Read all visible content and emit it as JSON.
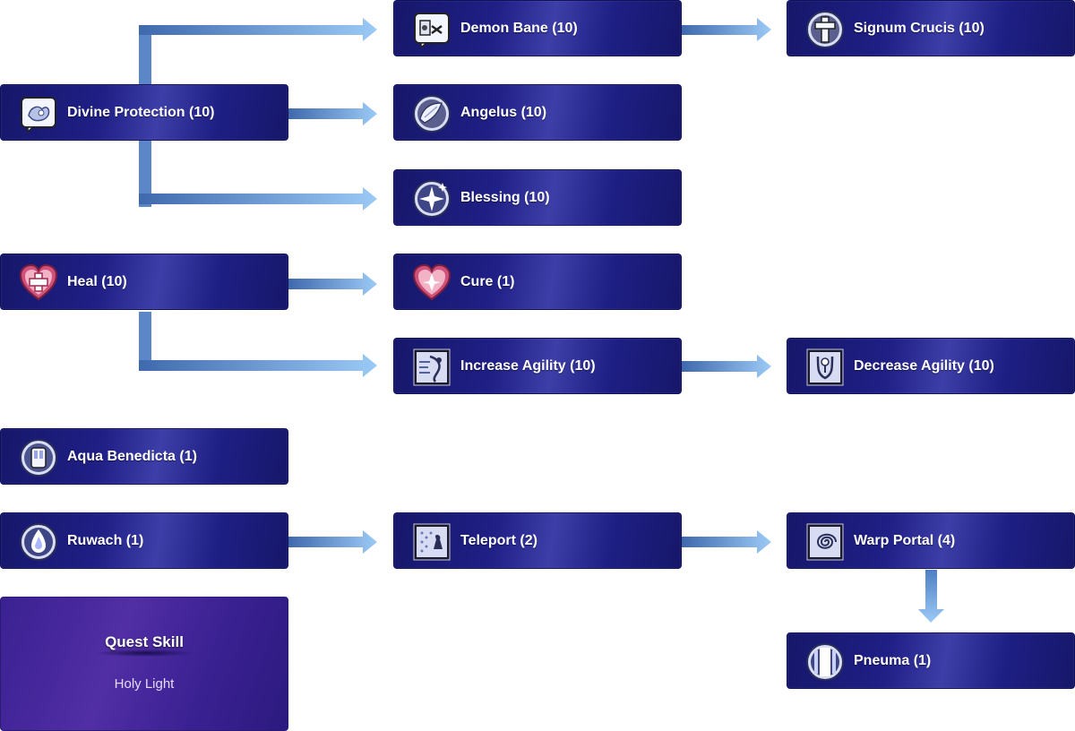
{
  "colors": {
    "node_bg": "#1f1f86",
    "arrow": "#8ab8ee",
    "quest_bg": "#512ea4"
  },
  "skills": {
    "demon_bane": {
      "label": "Demon Bane (10)",
      "icon": "demon-bane-icon"
    },
    "signum_crucis": {
      "label": "Signum Crucis (10)",
      "icon": "cross-icon"
    },
    "divine_protection": {
      "label": "Divine Protection (10)",
      "icon": "divine-protection-icon"
    },
    "angelus": {
      "label": "Angelus (10)",
      "icon": "angelus-icon"
    },
    "blessing": {
      "label": "Blessing (10)",
      "icon": "blessing-icon"
    },
    "heal": {
      "label": "Heal (10)",
      "icon": "heal-icon"
    },
    "cure": {
      "label": "Cure (1)",
      "icon": "cure-icon"
    },
    "increase_agility": {
      "label": "Increase Agility (10)",
      "icon": "increase-agility-icon"
    },
    "decrease_agility": {
      "label": "Decrease Agility (10)",
      "icon": "decrease-agility-icon"
    },
    "aqua_benedicta": {
      "label": "Aqua Benedicta (1)",
      "icon": "aqua-benedicta-icon"
    },
    "ruwach": {
      "label": "Ruwach (1)",
      "icon": "ruwach-icon"
    },
    "teleport": {
      "label": "Teleport (2)",
      "icon": "teleport-icon"
    },
    "warp_portal": {
      "label": "Warp Portal (4)",
      "icon": "warp-portal-icon"
    },
    "pneuma": {
      "label": "Pneuma (1)",
      "icon": "pneuma-icon"
    }
  },
  "quest": {
    "title": "Quest Skill",
    "skill": "Holy Light"
  }
}
